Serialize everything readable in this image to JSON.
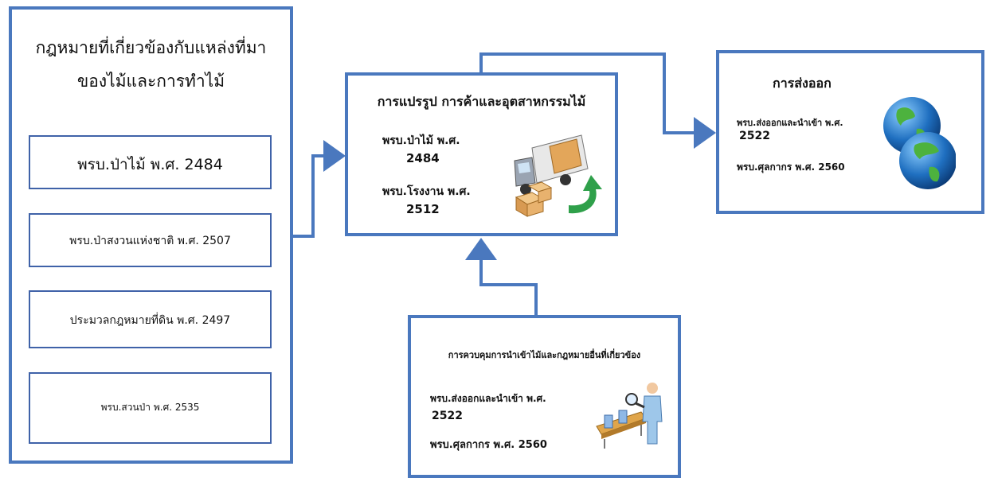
{
  "left_panel": {
    "title_line1": "กฎหมายที่เกี่ยวข้องกับแหล่งที่มา",
    "title_line2": "ของไม้และการทำไม้",
    "laws": [
      "พรบ.ป่าไม้ พ.ศ. 2484",
      "พรบ.ป่าสงวนแห่งชาติ พ.ศ. 2507",
      "ประมวลกฎหมายที่ดิน พ.ศ. 2497",
      "พรบ.สวนป่า พ.ศ. 2535"
    ]
  },
  "processing": {
    "title": "การแปรรูป การค้าและอุตสาหกรรมไม้",
    "law1_line1": "พรบ.ป่าไม้ พ.ศ.",
    "law1_line2": "2484",
    "law2_line1": "พรบ.โรงงาน พ.ศ.",
    "law2_line2": "2512",
    "icon": "delivery-truck-boxes"
  },
  "export": {
    "title": "การส่งออก",
    "law1_line1": "พรบ.ส่งออกและนำเข้า พ.ศ.",
    "law1_line2": "2522",
    "law2": "พรบ.ศุลกากร พ.ศ. 2560",
    "icon": "globes"
  },
  "control": {
    "title": "การควบคุมการนำเข้าไม้และกฎหมายอื่นที่เกี่ยวข้อง",
    "law1_line1": "พรบ.ส่งออกและนำเข้า พ.ศ.",
    "law1_line2": "2522",
    "law2": "พรบ.ศุลกากร พ.ศ. 2560",
    "icon": "inspector-conveyor"
  },
  "colors": {
    "border": "#4a78be",
    "arrow": "#4a78be"
  }
}
